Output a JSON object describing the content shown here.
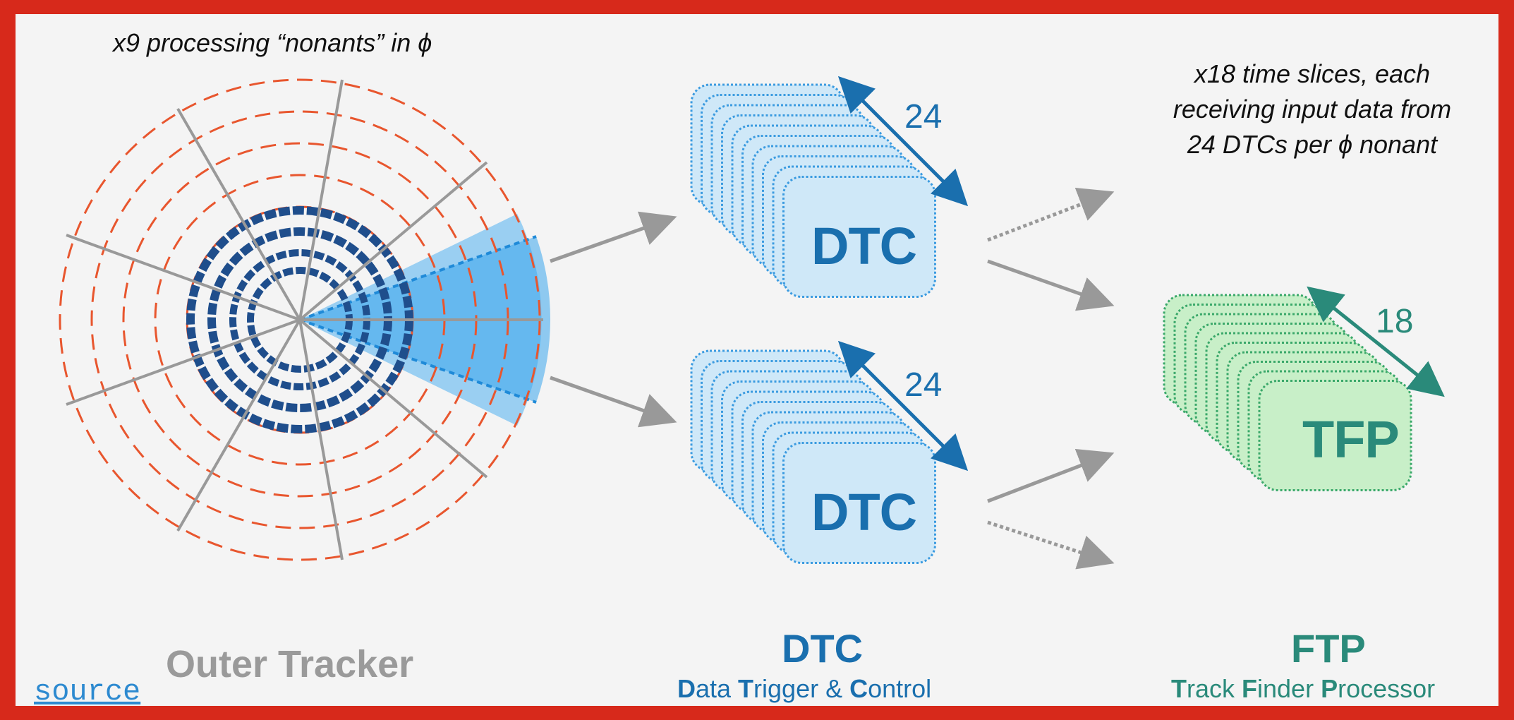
{
  "notes": {
    "left": "x9 processing “nonants” in ϕ",
    "right": "x18 time slices, each receiving input data from 24 DTCs per ϕ nonant"
  },
  "dtc_top": {
    "label": "DTC",
    "count": "24"
  },
  "dtc_bottom": {
    "label": "DTC",
    "count": "24"
  },
  "tfp": {
    "label": "TFP",
    "count": "18"
  },
  "captions": {
    "outer_tracker": "Outer Tracker",
    "dtc_title": "DTC",
    "dtc_sub": {
      "d": "D",
      "ata": "ata ",
      "t": "T",
      "rigger": "rigger & ",
      "c": "C",
      "ontrol": "ontrol"
    },
    "ftp_title": "FTP",
    "ftp_sub": {
      "t": "T",
      "rack": "rack ",
      "f": "F",
      "inder": "inder ",
      "p": "P",
      "rocessor": "rocessor"
    }
  },
  "link": {
    "source": "source"
  },
  "colors": {
    "frame_red": "#d42a1c",
    "dtc_blue": "#1a6fae",
    "dtc_fill": "#cfe8f8",
    "tfp_green": "#2a8a7a",
    "tfp_fill": "#c8efc8",
    "dashed_orange": "#e8562e",
    "tracker_blue": "#1f4e8c",
    "spoke_gray": "#999999"
  }
}
